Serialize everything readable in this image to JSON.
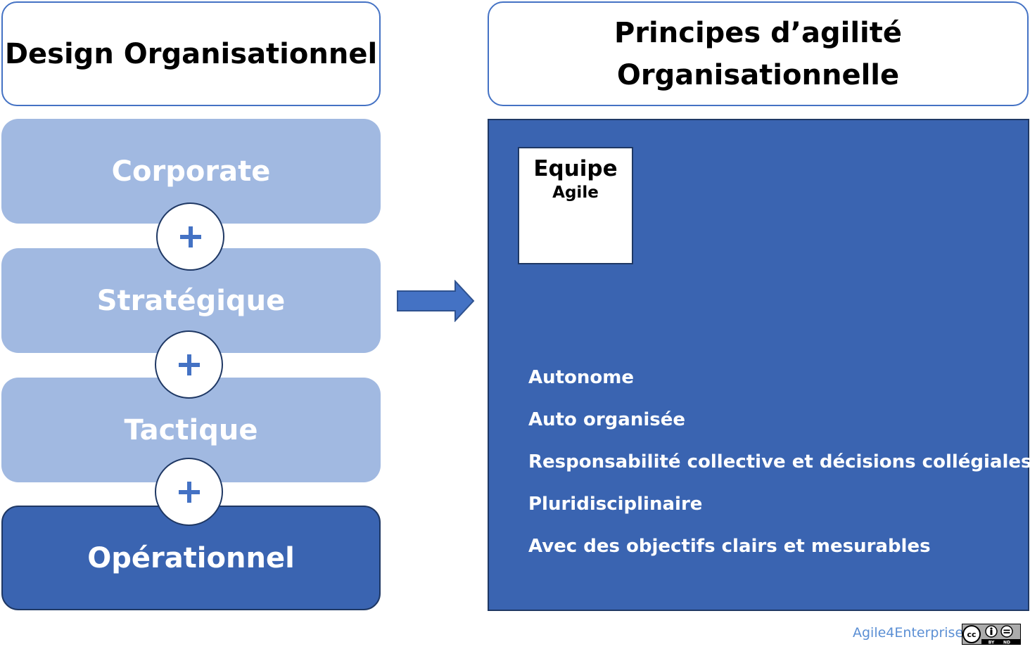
{
  "left": {
    "header": "Design Organisationnel",
    "levels": [
      "Corporate",
      "Stratégique",
      "Tactique",
      "Opérationnel"
    ],
    "connector_icon": "plus-icon"
  },
  "arrow_icon": "right-arrow-icon",
  "right": {
    "header_lines": [
      "Principes d’agilité",
      "Organisationnelle"
    ],
    "team": {
      "title": "Equipe",
      "subtitle": "Agile"
    },
    "principles": [
      "Autonome",
      "Auto organisée",
      "Responsabilité collective et décisions collégiales",
      "Pluridisciplinaire",
      "Avec des objectifs clairs et mesurables"
    ]
  },
  "footer": {
    "credit": "Agile4Enterprise",
    "license_icon": "cc-by-nd-icon"
  },
  "colors": {
    "accent": "#4472c4",
    "light_level": "#a1b9e1",
    "dark_blue": "#3a64b1",
    "outline": "#1f3864",
    "credit": "#5b8fd4"
  }
}
